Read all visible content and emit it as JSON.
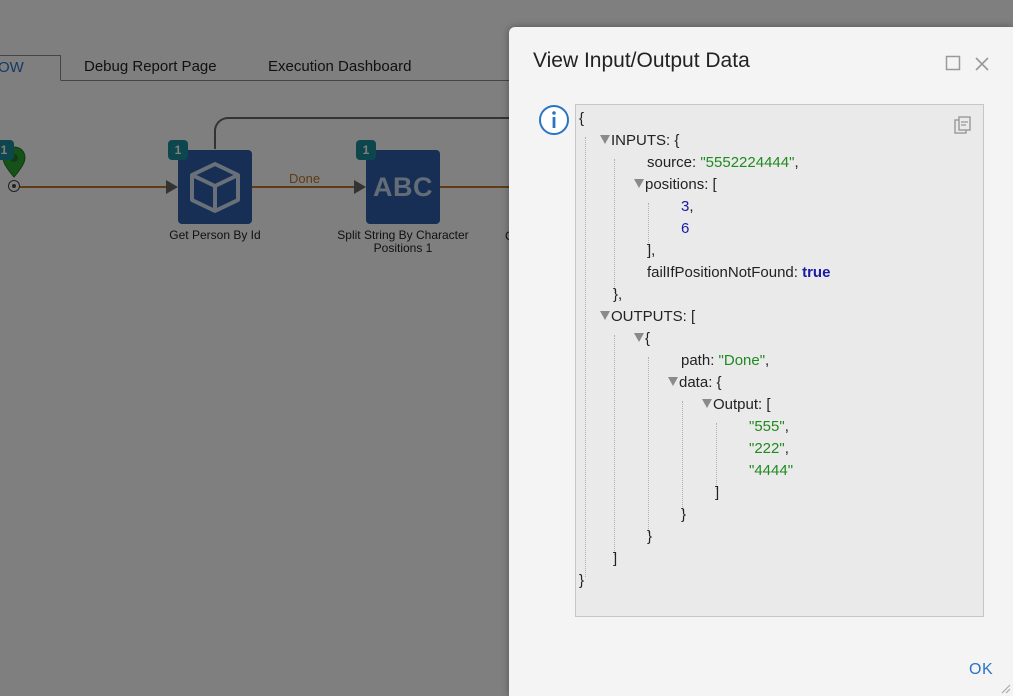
{
  "tabs": {
    "active_label": "OW",
    "debug_report": "Debug Report Page",
    "execution_dashboard": "Execution Dashboard"
  },
  "flow": {
    "start_badge": "1",
    "nodes": [
      {
        "badge": "1",
        "label": "Get Person By Id",
        "icon": "cube-icon"
      },
      {
        "badge": "1",
        "label": "Split String By Character Positions 1",
        "icon_text": "ABC"
      }
    ],
    "path_label": "Done",
    "partial_label": "C"
  },
  "dialog": {
    "title": "View Input/Output Data",
    "ok_label": "OK",
    "json": {
      "open_brace": "{",
      "inputs_key": "INPUTS: {",
      "source_key": "source: ",
      "source_value": "\"5552224444\"",
      "positions_key": "positions: [",
      "pos1": "3",
      "pos2": "6",
      "positions_close": "],",
      "fail_key": "failIfPositionNotFound: ",
      "fail_value": "true",
      "inputs_close": "},",
      "outputs_key": "OUTPUTS: [",
      "obj_open": "{",
      "path_key": "path: ",
      "path_value": "\"Done\"",
      "data_key": "data: {",
      "output_key": "Output: [",
      "out1": "\"555\"",
      "out2": "\"222\"",
      "out3": "\"4444\"",
      "output_close": "]",
      "data_close": "}",
      "obj_close": "}",
      "outputs_close": "]",
      "close_brace": "}"
    }
  },
  "colors": {
    "node_blue": "#2f5fa8",
    "badge_teal": "#1c8c9a",
    "link_blue": "#2b74c4",
    "json_string": "#1f8a1f",
    "json_number": "#1a1aa6",
    "path_orange": "#c0782a"
  }
}
